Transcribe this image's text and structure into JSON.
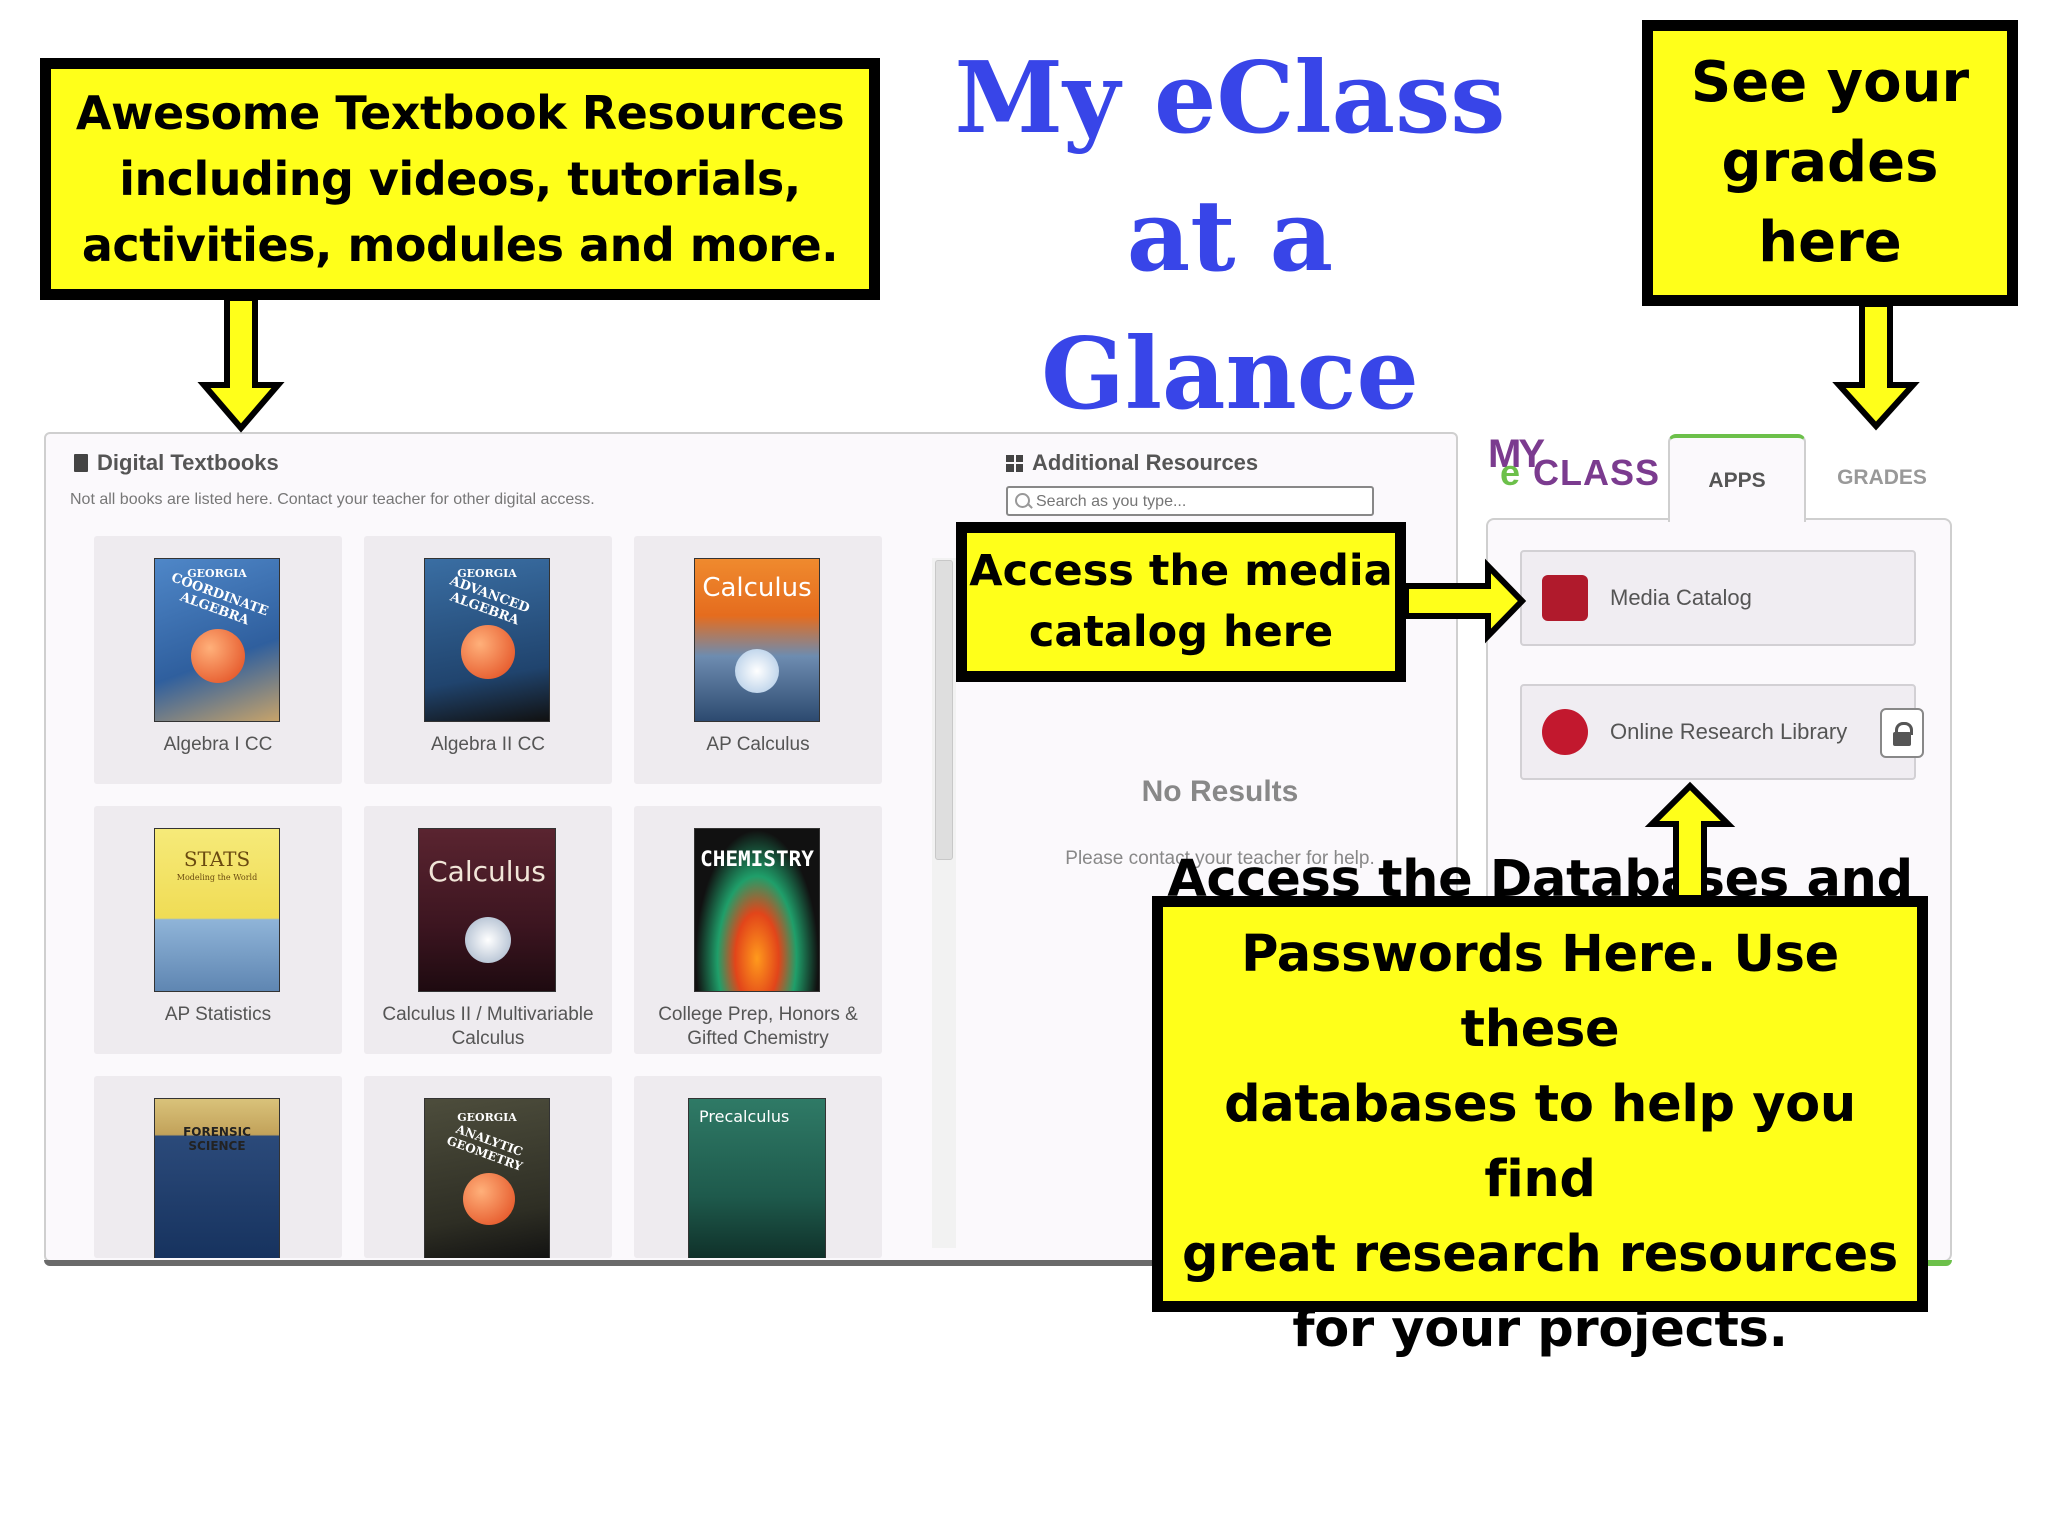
{
  "title": {
    "line1": "My eClass",
    "line2": "at a",
    "line3": "Glance"
  },
  "callouts": {
    "textbooks": {
      "line1": "Awesome Textbook Resources",
      "line2": "including videos, tutorials,",
      "line3": "activities, modules and more."
    },
    "grades": {
      "line1": "See your",
      "line2": "grades",
      "line3": "here"
    },
    "media": {
      "line1": "Access the media",
      "line2": "catalog here"
    },
    "databases": {
      "line1": "Access the Databases and",
      "line2": "Passwords Here.  Use these",
      "line3": "databases to help you find",
      "line4": "great research resources",
      "line5": "for your projects."
    }
  },
  "digital_textbooks": {
    "title": "Digital Textbooks",
    "subtitle": "Not all books are listed here. Contact your teacher for other digital access.",
    "books": [
      {
        "label": "Algebra I CC",
        "cover_color": "#3a6fb0"
      },
      {
        "label": "Algebra II CC",
        "cover_color": "#2f5a8a"
      },
      {
        "label": "AP Calculus",
        "cover_color": "#e07a2a"
      },
      {
        "label": "AP Statistics",
        "cover_color": "#f2e36c"
      },
      {
        "label_line1": "Calculus II / Multivariable",
        "label_line2": "Calculus",
        "cover_color": "#5a1f2a"
      },
      {
        "label_line1": "College Prep, Honors &",
        "label_line2": "Gifted Chemistry",
        "cover_color": "#1a1a1a"
      },
      {
        "label": "",
        "cover_color": "#1d3a6a"
      },
      {
        "label": "",
        "cover_color": "#3b3b2e"
      },
      {
        "label": "",
        "cover_color": "#1f6a5a"
      }
    ],
    "cover_titles": {
      "b1_top": "GEORGIA",
      "b1": "COORDINATE ALGEBRA",
      "b2_top": "GEORGIA",
      "b2": "ADVANCED ALGEBRA",
      "b3": "Calculus",
      "b4": "STATS",
      "b4_sub": "Modeling the World",
      "b5": "Calculus",
      "b6": "CHEMISTRY",
      "b7": "FORENSIC SCIENCE",
      "b8_top": "GEORGIA",
      "b8": "ANALYTIC GEOMETRY",
      "b9": "Precalculus"
    }
  },
  "additional_resources": {
    "title": "Additional Resources",
    "search_placeholder": "Search as you type...",
    "no_results": "No Results",
    "help": "Please contact your teacher for help."
  },
  "myeclass": {
    "logo_my": "MY",
    "logo_e": "e",
    "logo_class": "CLASS",
    "tabs": {
      "apps": "APPS",
      "grades": "GRADES"
    },
    "apps": [
      {
        "label": "Media Catalog",
        "icon": "media-catalog-icon"
      },
      {
        "label": "Online Research Library",
        "icon": "research-library-icon"
      }
    ],
    "lock_icon": "lock-icon"
  },
  "colors": {
    "title_blue": "#3845e8",
    "callout_yellow": "#ffff1a",
    "brand_purple": "#7b3b8f",
    "brand_green": "#6cc04a"
  }
}
